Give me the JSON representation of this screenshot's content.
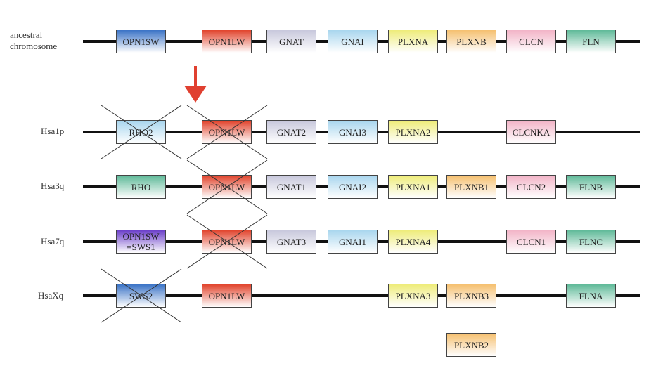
{
  "ancestral_label": "ancestral\nchromosome",
  "colors": {
    "OPN1SW": [
      "#3b73c6",
      "#ffffff"
    ],
    "OPN1LW": [
      "#e1442d",
      "#ffffff"
    ],
    "GNAT": [
      "#c8c8dc",
      "#ffffff"
    ],
    "GNAI": [
      "#a9d6ee",
      "#ffffff"
    ],
    "PLXNA": [
      "#eeec7a",
      "#ffffff"
    ],
    "PLXNB": [
      "#f5c070",
      "#ffffff"
    ],
    "CLCN": [
      "#f2b4c7",
      "#ffffff"
    ],
    "FLN": [
      "#5fba99",
      "#ffffff"
    ],
    "RHO": [
      "#5fba99",
      "#ffffff"
    ],
    "SWS1": [
      "#6b3fc9",
      "#ffffff"
    ],
    "arrow": "#e04030"
  },
  "rows": [
    {
      "label": "ancestral\nchromosome",
      "genes": [
        {
          "name": "OPN1SW",
          "color": "OPN1SW",
          "crossed": false
        },
        {
          "name": "OPN1LW",
          "color": "OPN1LW",
          "crossed": false
        },
        {
          "name": "GNAT",
          "color": "GNAT",
          "crossed": false
        },
        {
          "name": "GNAI",
          "color": "GNAI",
          "crossed": false
        },
        {
          "name": "PLXNA",
          "color": "PLXNA",
          "crossed": false
        },
        {
          "name": "PLXNB",
          "color": "PLXNB",
          "crossed": false
        },
        {
          "name": "CLCN",
          "color": "CLCN",
          "crossed": false
        },
        {
          "name": "FLN",
          "color": "FLN",
          "crossed": false
        }
      ]
    },
    {
      "label": "Hsa1p",
      "genes": [
        {
          "name": "RHO2",
          "color": "GNAI",
          "crossed": true
        },
        {
          "name": "OPN1LW",
          "color": "OPN1LW",
          "crossed": true
        },
        {
          "name": "GNAT2",
          "color": "GNAT",
          "crossed": false
        },
        {
          "name": "GNAI3",
          "color": "GNAI",
          "crossed": false
        },
        {
          "name": "PLXNA2",
          "color": "PLXNA",
          "crossed": false
        },
        null,
        {
          "name": "CLCNKA",
          "color": "CLCN",
          "crossed": false
        },
        null
      ]
    },
    {
      "label": "Hsa3q",
      "genes": [
        {
          "name": "RHO",
          "color": "RHO",
          "crossed": false
        },
        {
          "name": "OPN1LW",
          "color": "OPN1LW",
          "crossed": true
        },
        {
          "name": "GNAT1",
          "color": "GNAT",
          "crossed": false
        },
        {
          "name": "GNAI2",
          "color": "GNAI",
          "crossed": false
        },
        {
          "name": "PLXNA1",
          "color": "PLXNA",
          "crossed": false
        },
        {
          "name": "PLXNB1",
          "color": "PLXNB",
          "crossed": false
        },
        {
          "name": "CLCN2",
          "color": "CLCN",
          "crossed": false
        },
        {
          "name": "FLNB",
          "color": "FLN",
          "crossed": false
        }
      ]
    },
    {
      "label": "Hsa7q",
      "genes": [
        {
          "name": "OPN1SW\n=SWS1",
          "color": "SWS1",
          "crossed": false
        },
        {
          "name": "OPN1LW",
          "color": "OPN1LW",
          "crossed": true
        },
        {
          "name": "GNAT3",
          "color": "GNAT",
          "crossed": false
        },
        {
          "name": "GNAI1",
          "color": "GNAI",
          "crossed": false
        },
        {
          "name": "PLXNA4",
          "color": "PLXNA",
          "crossed": false
        },
        null,
        {
          "name": "CLCN1",
          "color": "CLCN",
          "crossed": false
        },
        {
          "name": "FLNC",
          "color": "FLN",
          "crossed": false
        }
      ]
    },
    {
      "label": "HsaXq",
      "genes": [
        {
          "name": "SWS2",
          "color": "OPN1SW",
          "crossed": true
        },
        {
          "name": "OPN1LW",
          "color": "OPN1LW",
          "crossed": false
        },
        null,
        null,
        {
          "name": "PLXNA3",
          "color": "PLXNA",
          "crossed": false
        },
        {
          "name": "PLXNB3",
          "color": "PLXNB",
          "crossed": false
        },
        null,
        {
          "name": "FLNA",
          "color": "FLN",
          "crossed": false
        }
      ]
    }
  ],
  "extra_gene": {
    "name": "PLXNB2",
    "color": "PLXNB",
    "crossed": false
  }
}
